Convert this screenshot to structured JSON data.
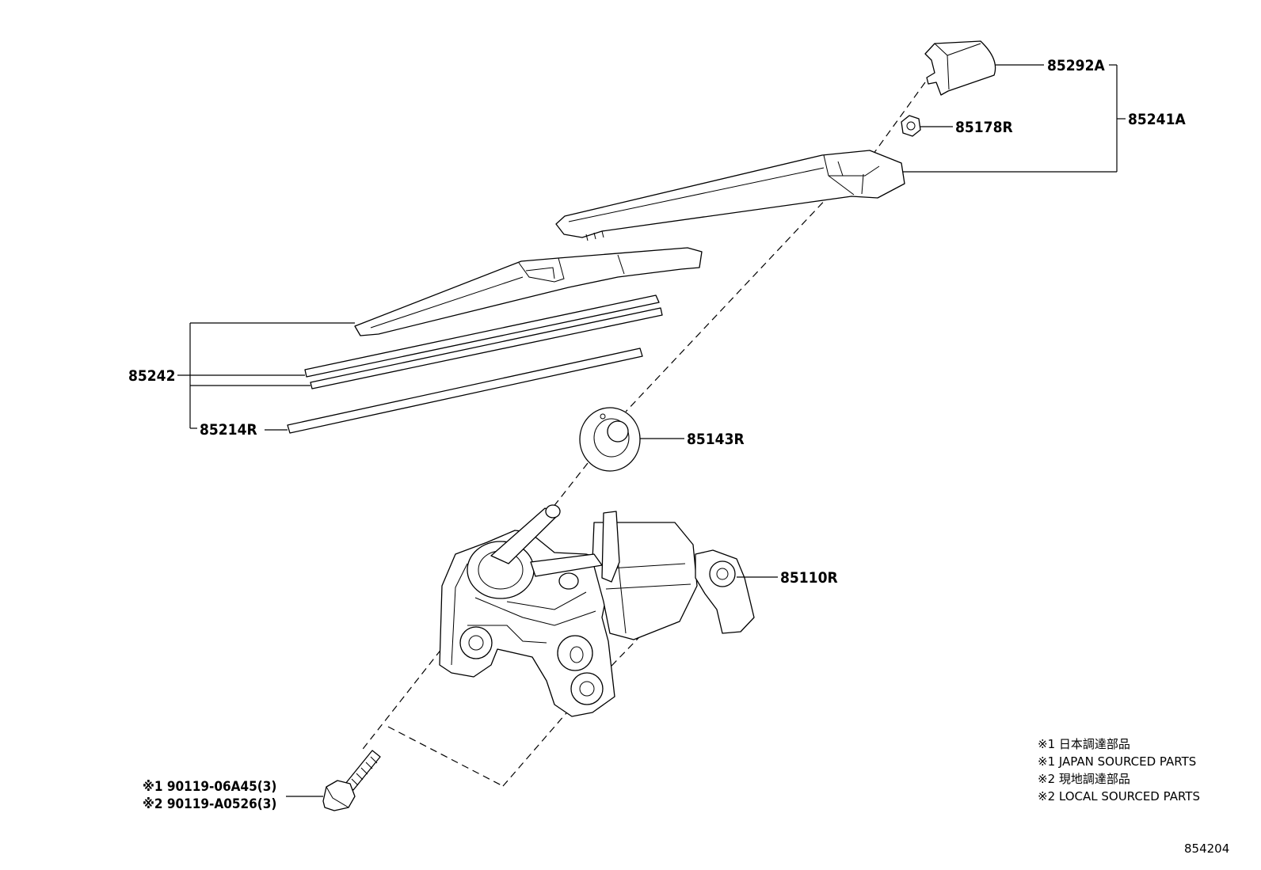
{
  "parts": {
    "arm_cover": "85292A",
    "arm_assembly": "85241A",
    "nut": "85178R",
    "blade_assembly": "85242",
    "blade_rubber": "85214R",
    "pivot_cap": "85143R",
    "motor_assembly": "85110R"
  },
  "bolts": {
    "bolt_1": "※1 90119-06A45(3)",
    "bolt_2": "※2 90119-A0526(3)"
  },
  "notes": [
    "※1 日本調達部品",
    "※1 JAPAN SOURCED PARTS",
    "※2 現地調達部品",
    "※2 LOCAL SOURCED PARTS"
  ],
  "figure_id": "854204"
}
